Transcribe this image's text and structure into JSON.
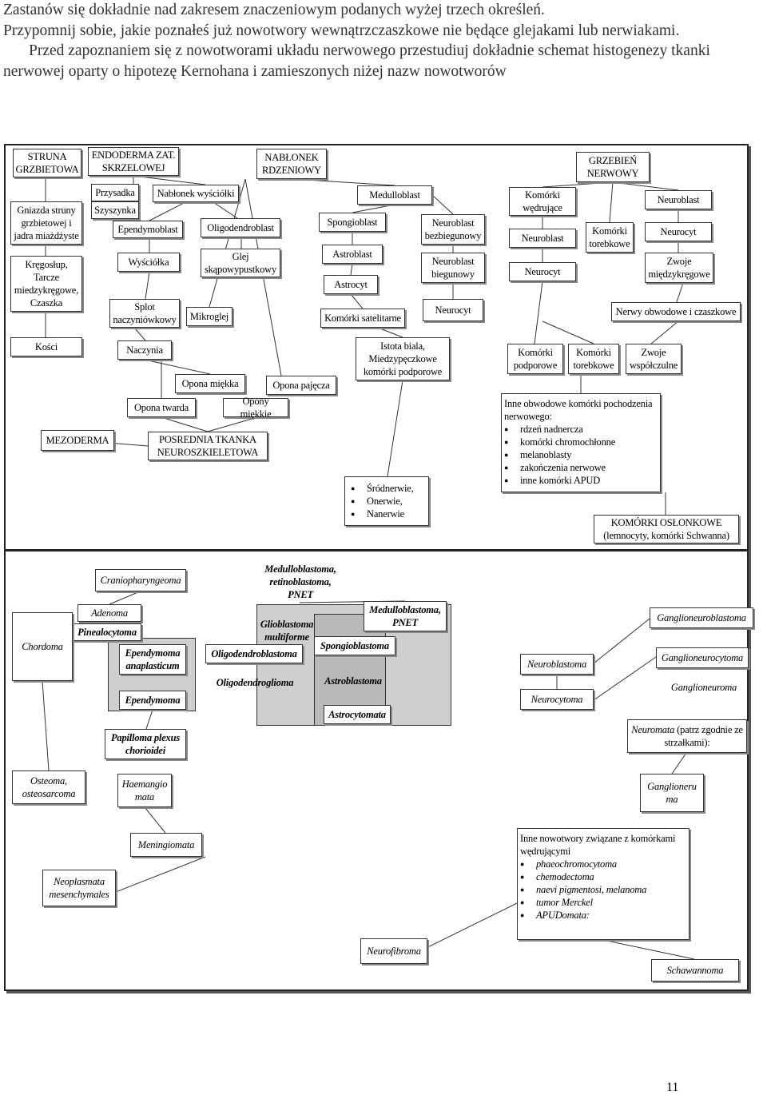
{
  "intro": {
    "line1": "Zastanów się dokładnie nad zakresem znaczeniowym podanych wyżej trzech określeń.",
    "line2": "Przypomnij sobie, jakie poznałeś już nowotwory wewnątrzczaszkowe nie będące glejakami lub nerwiakami.",
    "line3": "Przed zapoznaniem się z nowotworami układu nerwowego przestudiuj dokładnie schemat histogenezy tkanki nerwowej oparty o hipotezę Kernohana i zamieszonych niżej nazw nowotworów"
  },
  "top": {
    "struna": "STRUNA GRZBIETOWA",
    "endoderma": "ENDODERMA ZAT. SKRZELOWEJ",
    "nablonek_rdzeniowy": "NABŁONEK RDZENIOWY",
    "grzebien": "GRZEBIEŃ NERWOWY",
    "gniazda": "Gniazda struny grzbietowej i jadra miażdżyste",
    "kregoslup": "Kręgosłup, Tarcze miedzykręgowe, Czaszka",
    "kosci": "Kości",
    "przysadka": "Przysadka",
    "szyszynka": "Szyszynka",
    "nablonek_wysciolki": "Nabłonek wyściółki",
    "ependymoblast": "Ependymoblast",
    "wysciolka": "Wyściółka",
    "splot": "Splot naczyniówkowy",
    "oligodendroblast": "Oligodendroblast",
    "glej_skapowypustkowy": "Glej skąpowypustkowy",
    "mikroglej": "Mikroglej",
    "medulloblast": "Medulloblast",
    "spongioblast": "Spongioblast",
    "astroblast": "Astroblast",
    "astrocyt": "Astrocyt",
    "komorki_satelitarne": "Komórki satelitarne",
    "neuroblast_bez": "Neuroblast bezbiegunowy",
    "neuroblast_bieg": "Neuroblast biegunowy",
    "neurocyt_a": "Neurocyt",
    "komorki_wedrujace": "Komórki wędrujące",
    "neuroblast_w": "Neuroblast",
    "neurocyt_w": "Neurocyt",
    "komorki_torebkowe_g": "Komórki torebkowe",
    "neuroblast_g": "Neuroblast",
    "neurocyt_g": "Neurocyt",
    "zwoje_miedzykregowe": "Zwoje międzykręgowe",
    "nerwy_obwodowe": "Nerwy obwodowe i czaszkowe",
    "naczynia": "Naczynia",
    "opona_miekka": "Opona miękka",
    "opona_pajecza": "Opona pajęcza",
    "opona_twarda": "Opona twarda",
    "opony_miekkie": "Opony miękkie",
    "mezoderma": "MEZODERMA",
    "posrednia": "POSREDNIA TKANKA NEUROSZKIELETOWA",
    "istota_biala": "Istota biala, Miedzypęczkowe komórki podporowe",
    "srodnerwie": [
      "Śródnerwie,",
      "Onerwie,",
      "Nanerwie"
    ],
    "komorki_podporowe": "Komórki podporowe",
    "komorki_torebkowe_2": "Komórki torebkowe",
    "zwoje_wspolczulne": "Zwoje współczulne",
    "inne_obwodowe_title": "Inne obwodowe komórki pochodzenia nerwowego:",
    "inne_obwodowe_items": [
      "rdzeń nadnercza",
      "komórki chromochłonne",
      "melanoblasty",
      "zakończenia nerwowe",
      "inne komórki APUD"
    ],
    "komorki_oslonkowe": "KOMÓRKI OSŁONKOWE (lemnocyty, komórki Schwanna)"
  },
  "bottom": {
    "craniopharyngeoma": "Craniopharyngeoma",
    "adenoma": "Adenoma",
    "pinealocytoma": "Pinealocytoma",
    "chordoma": "Chordoma",
    "ependymoma_anaplasticum": "Ependymoma anaplasticum",
    "ependymoma": "Ependymoma",
    "papilloma": "Papilloma plexus chorioidei",
    "osteoma": "Osteoma, osteosarcoma",
    "haemangiomata": "Haemangio mata",
    "meningiomata": "Meningiomata",
    "neoplasmata": "Neoplasmata mesenchymales",
    "neurofibroma": "Neurofibroma",
    "medulloblastoma_retino": "Medulloblastoma, retinoblastoma, PNET",
    "medulloblastoma_pnet": "Medulloblastoma, PNET",
    "glioblastoma": "Glioblastoma multiforme",
    "oligodendroblastoma": "Oligodendroblastoma",
    "oligodendroglioma": "Oligodendroglioma",
    "spongioblastoma": "Spongioblastoma",
    "astroblastoma": "Astroblastoma",
    "astrocytomata": "Astrocytomata",
    "neuroblastoma": "Neuroblastoma",
    "neurocytoma": "Neurocytoma",
    "ganglioneuroblastoma": "Ganglioneuroblastoma",
    "ganglioneurocytoma": "Ganglioneurocytoma",
    "ganglioneuroma": "Ganglioneuroma",
    "neuromata_1": "Neuromata",
    "neuromata_2": "(patrz zgodnie ze strzałkami):",
    "ganglioneuroma_2": "Ganglioneru ma",
    "inne_nowotwory_title": "Inne nowotwory związane z komórkami wędrującymi",
    "inne_nowotwory_items": [
      "phaeochromocytoma",
      "chemodectoma",
      "naevi pigmentosi, melanoma",
      "tumor Merckel",
      "APUDomata:"
    ],
    "schawannoma": "Schawannoma"
  },
  "page_number": "11"
}
